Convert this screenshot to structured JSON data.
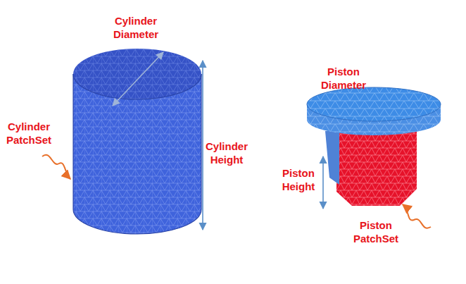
{
  "diagram": {
    "labels": [
      "Cylinder Diameter",
      "Cylinder PatchSet",
      "Cylinder Height",
      "Piston Diameter",
      "Piston Height",
      "Piston PatchSet"
    ]
  }
}
